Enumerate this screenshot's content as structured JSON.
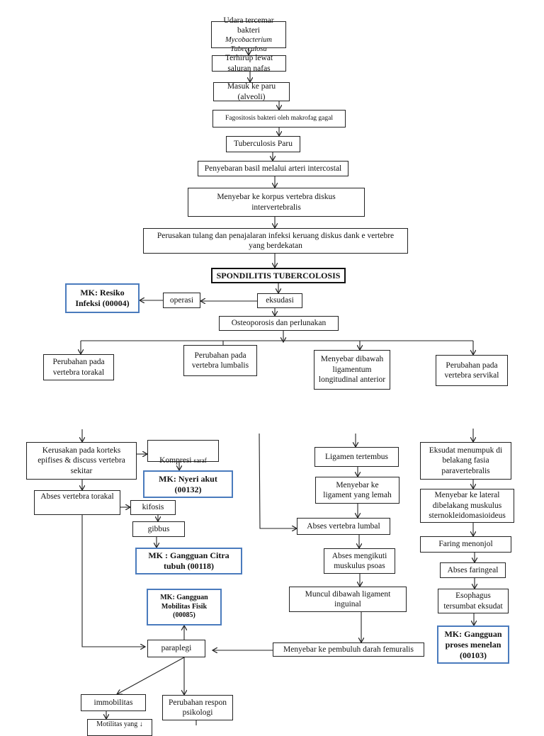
{
  "nodes": {
    "udara_line1": "Udara tercemar bakteri",
    "udara_line2": "Mycobacterium Tuberculosa",
    "terhirup": "Terhirup lewat saluran nafas",
    "masuk": "Masuk ke paru (alveoli)",
    "fagositosis": "Fagositosis bakteri oleh makrofag gagal",
    "tbparu": "Tuberculosis Paru",
    "penyebaran": "Penyebaran basil melalui arteri intercostal",
    "korpus": "Menyebar ke korpus vertebra diskus\nintervertebralis",
    "perusakan": "Perusakan tulang dan penajalaran infeksi keruang diskus dank e vertebre\nyang berdekatan",
    "spondilitis": "SPONDILITIS TUBERCOLOSIS",
    "mk_resiko": "MK: Resiko\nInfeksi (00004)",
    "operasi": "operasi",
    "eksudasi": "eksudasi",
    "osteoporosis": "Osteoporosis dan perlunakan",
    "torakal": "Perubahan pada\nvertebra torakal",
    "lumbalis": "Perubahan pada\nvertebra lumbalis",
    "ligamentum": "Menyebar dibawah\nligamentum\nlongitudinal anterior",
    "servikal": "Perubahan pada\nvertebra servikal",
    "kerusakan": "Kerusakan pada korteks\nepifises & discuss vertebra\nsekitar",
    "kompresi_main": "Kompresi ",
    "kompresi_small": "saraf",
    "mk_nyeri": "MK: Nyeri akut\n(00132)",
    "abses_torakal": "Abses vertebra torakal",
    "kifosis": "kifosis",
    "gibbus": "gibbus",
    "mk_citra": "MK : Gangguan Citra\ntubuh (00118)",
    "mk_mobilitas": "MK: Gangguan\nMobilitas Fisik\n(00085)",
    "paraplegi": "paraplegi",
    "immobilitas": "immobilitas",
    "respon": "Perubahan respon\npsikologi",
    "motilitas": "Motilitas yang ↓",
    "ligamen_tertembus": "Ligamen tertembus",
    "ligament_lemah": "Menyebar ke\nligament yang lemah",
    "abses_lumbal": "Abses vertebra lumbal",
    "psoas": "Abses mengikuti\nmuskulus psoas",
    "muncul": "Muncul dibawah ligament\ninguinal",
    "femuralis": "Menyebar ke pembuluh darah femuralis",
    "eksudat": "Eksudat menumpuk di\nbelakang fasia\nparavertebralis",
    "lateral": "Menyebar ke lateral\ndibelakang muskulus\nsternokleidomasioideus",
    "faring": "Faring menonjol",
    "faringeal": "Abses faringeal",
    "esophagus": "Esophagus\ntersumbat eksudat",
    "mk_menelan": "MK: Gangguan\nproses menelan\n(00103)"
  },
  "colors": {
    "diagnosis_border": "#4a7bbd",
    "line": "#222222"
  }
}
